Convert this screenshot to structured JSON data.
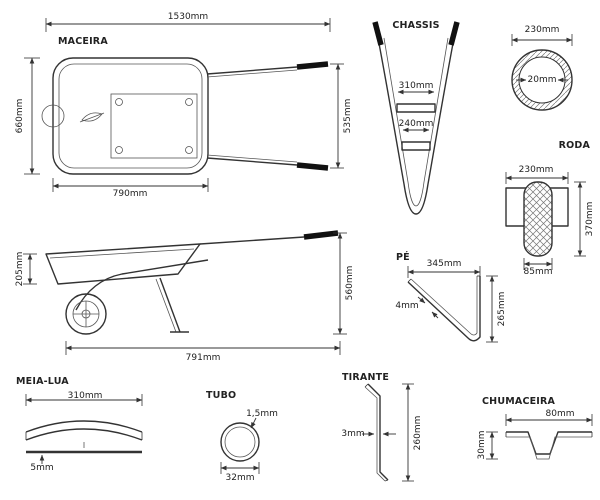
{
  "drawing": {
    "maceira": {
      "label": "MACEIRA",
      "dim_top": "1530mm",
      "dim_left": "660mm",
      "dim_right": "535mm",
      "dim_bottom": "790mm"
    },
    "side_view": {
      "dim_left": "205mm",
      "dim_right": "560mm",
      "dim_bottom": "791mm"
    },
    "chassis": {
      "label": "CHASSIS",
      "dim_upper": "310mm",
      "dim_lower": "240mm"
    },
    "hub_section": {
      "dim_outer": "230mm",
      "dim_bore": "20mm"
    },
    "roda": {
      "label": "RODA",
      "dim_width": "230mm",
      "dim_diameter": "370mm",
      "dim_tread": "85mm"
    },
    "pe": {
      "label": "PÉ",
      "dim_width": "345mm",
      "dim_thickness": "4mm",
      "dim_height": "265mm"
    },
    "meia_lua": {
      "label": "MEIA-LUA",
      "dim_width": "310mm",
      "dim_thickness": "5mm"
    },
    "tubo": {
      "label": "TUBO",
      "dim_wall": "1,5mm",
      "dim_diameter": "32mm"
    },
    "tirante": {
      "label": "TIRANTE",
      "dim_thickness": "3mm",
      "dim_height": "260mm"
    },
    "chumaceira": {
      "label": "CHUMACEIRA",
      "dim_width": "80mm",
      "dim_height": "30mm"
    }
  },
  "colors": {
    "ink": "#333333",
    "grip": "#111111",
    "background": "#ffffff"
  }
}
